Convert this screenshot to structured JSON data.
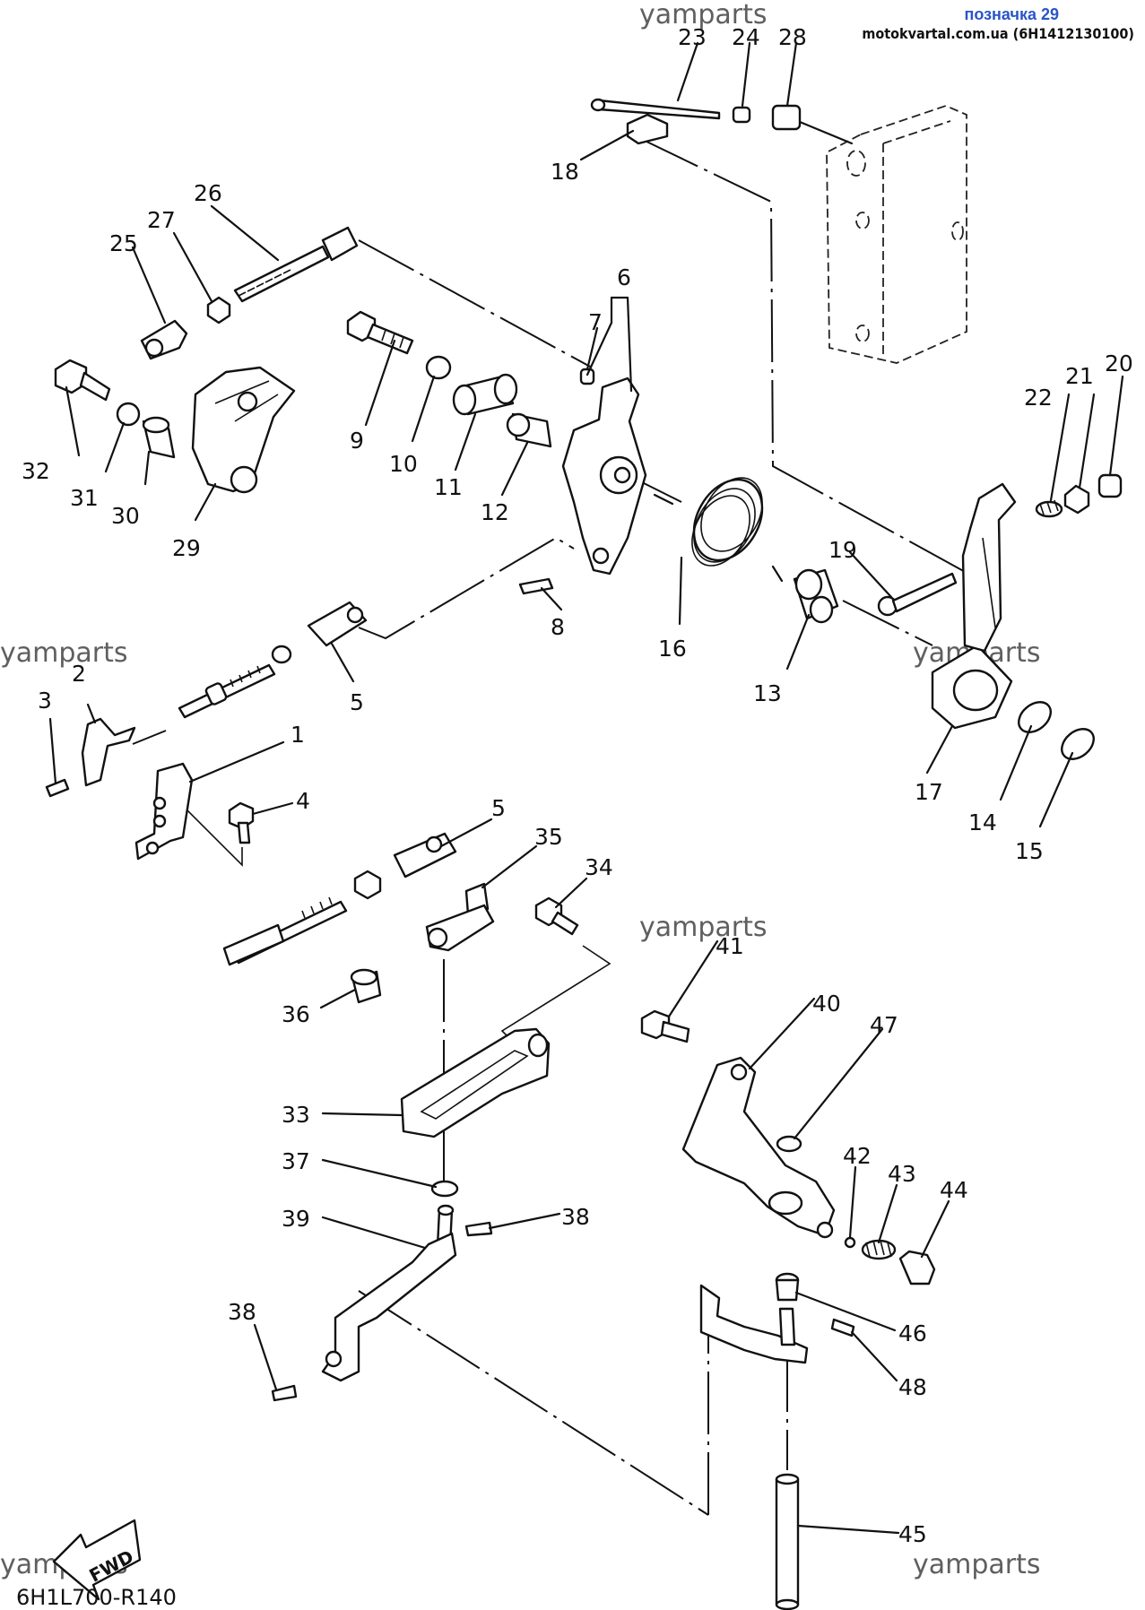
{
  "header": {
    "reference": "позначка 29",
    "site": "motokvartal.com.ua (6H1412130100)"
  },
  "watermark": "yamparts",
  "diagram_code": "6H1L700-R140",
  "fwd_label": "FWD",
  "callouts": [
    "1",
    "2",
    "3",
    "4",
    "5",
    "5",
    "6",
    "7",
    "8",
    "9",
    "10",
    "11",
    "12",
    "13",
    "14",
    "15",
    "16",
    "17",
    "18",
    "19",
    "20",
    "21",
    "22",
    "23",
    "24",
    "25",
    "26",
    "27",
    "28",
    "29",
    "30",
    "31",
    "32",
    "33",
    "34",
    "35",
    "36",
    "37",
    "38",
    "38",
    "39",
    "40",
    "41",
    "42",
    "43",
    "44",
    "45",
    "46",
    "47",
    "48"
  ]
}
